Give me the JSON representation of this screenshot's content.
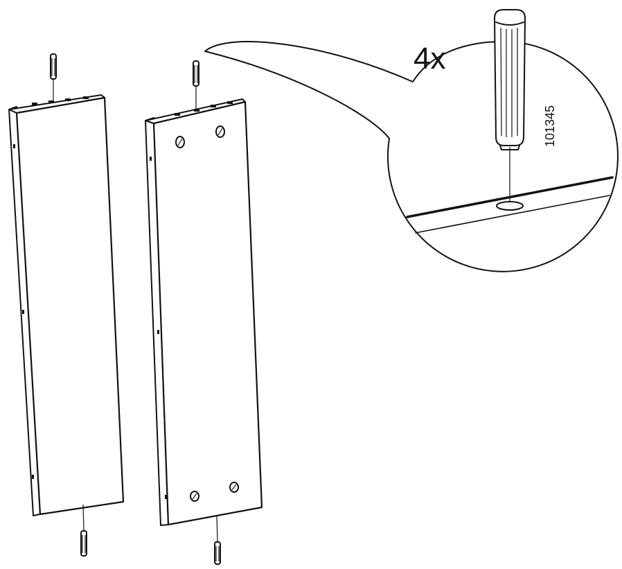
{
  "callout": {
    "quantity": "4x",
    "part_number": "101345"
  },
  "parts": {
    "panels": [
      "plain-side-panel",
      "panel-with-cam-holes"
    ],
    "fastener": "wooden-dowel",
    "dowels_shown": 4
  }
}
